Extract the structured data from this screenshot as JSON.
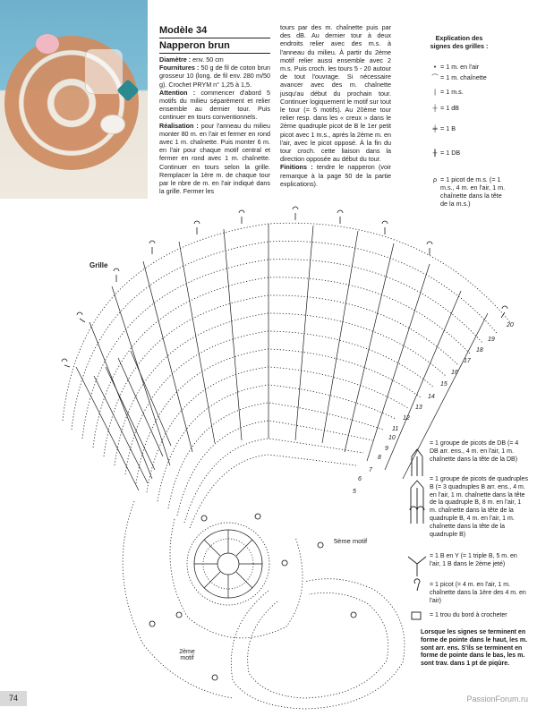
{
  "photo": {
    "caption": ""
  },
  "header": {
    "model": "Modèle 34",
    "name": "Napperon brun"
  },
  "text": {
    "diameter_label": "Diamètre :",
    "diameter_value": " env. 50 cm",
    "supplies_label": "Fournitures :",
    "supplies_value": " 50 g de fil de coton brun grosseur 10 (long. de fil env. 280 m/50 g). Crochet PRYM n° 1,25 à 1,5.",
    "attention_label": "Attention :",
    "attention_value": " commencer d'abord 5 motifs du milieu séparément et relier ensemble au dernier tour. Puis continuer en tours conventionnels.",
    "realisation_label": "Réalisation :",
    "realisation_value": " pour l'anneau du milieu monter 80 m. en l'air et fermer en rond avec 1 m. chaînette. Puis monter 6 m. en l'air pour chaque motif central et fermer en rond avec 1 m. chaînette. Continuer en tours selon la grille. Remplacer la 1ère m. de chaque tour par le nbre de m. en l'air indiqué dans la grille. Fermer les",
    "col2_text": "tours par des m. chaînette puis par des dB. Au dernier tour à deux endroits relier avec des m.s. à l'anneau du milieu. À partir du 2ème motif relier aussi ensemble avec 2 m.s. Puis croch. les tours 5 - 20 autour de tout l'ouvrage. Si nécessaire avancer avec des m. chaînette jusqu'au début du prochain tour. Continuer logiquement le motif sur tout le tour (= 5 motifs). Au 20ème tour relier resp. dans les « creux » dans le 2ème quadruple picot de B le 1er petit picot avec 1 m.s., après la 2ème m. en l'air, avec le picot opposé. À la fin du tour croch. cette liaison dans la direction opposée au début du tour.",
    "finitions_label": "Finitions :",
    "finitions_value": " tendre le napperon (voir remarque à la page 50 de la partie explications)."
  },
  "legend": {
    "heading": "Explication des signes des grilles :",
    "items": [
      {
        "sym": "•",
        "text": "= 1 m. en l'air"
      },
      {
        "sym": "⌒",
        "text": "= 1 m. chaînette"
      },
      {
        "sym": "|",
        "text": "= 1 m.s."
      },
      {
        "sym": "┼",
        "text": "= 1 dB"
      },
      {
        "sym": "╪",
        "text": "= 1 B"
      },
      {
        "sym": "╫",
        "text": "= 1 DB"
      },
      {
        "sym": "ρ",
        "text": "= 1 picot de m.s. (= 1 m.s., 4 m. en l'air, 1 m. chaînette dans la tête de la m.s.)"
      }
    ],
    "items2": [
      {
        "text": "= 1 groupe de picots de DB (= 4 DB arr. ens., 4 m. en l'air, 1 m. chaînette dans la tête de la DB)"
      },
      {
        "text": "= 1 groupe de picots de quadruples B (= 3 quadruples B arr. ens., 4 m. en l'air, 1 m. chaînette dans la tête de la quadruple B, 8 m. en l'air, 1 m. chaînette dans la tête de la quadruple B, 4 m. en l'air, 1 m. chaînette dans la tête de la quadruple B)"
      },
      {
        "text": "= 1 B en Y (= 1 triple B, 5 m. en l'air, 1 B dans le 2ème jeté)"
      },
      {
        "text": "= 1 picot (= 4 m. en l'air, 1 m. chaînette dans la 1ère des 4 m. en l'air)"
      },
      {
        "text": "= 1 trou du bord à crocheter"
      }
    ],
    "note": "Lorsque les signes se terminent en forme de pointe dans le haut, les m. sont arr. ens. S'ils se terminent en forme de pointe dans le bas, les m. sont trav. dans 1 pt de piqûre."
  },
  "diagram": {
    "grid_label": "Grille",
    "motif5_label": "5ème motif",
    "motif2_label": "2ème motif",
    "round_numbers": [
      "20",
      "19",
      "18",
      "17",
      "16",
      "15",
      "14",
      "13",
      "12",
      "11",
      "10",
      "9",
      "8",
      "7",
      "6",
      "5"
    ]
  },
  "footer": {
    "page": "74",
    "watermark": "PassionForum.ru"
  },
  "colors": {
    "ink": "#1a1a1a",
    "photo_sea": "#6fb0cc",
    "doily": "#d08e65"
  }
}
